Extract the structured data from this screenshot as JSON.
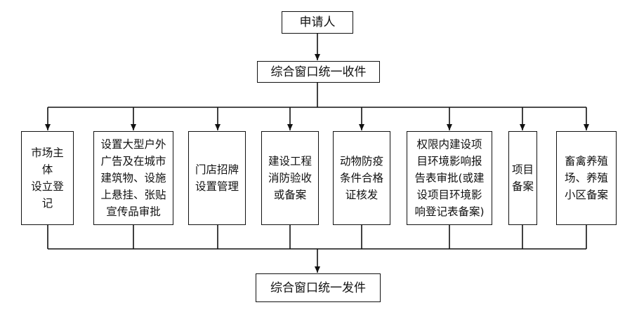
{
  "nodes": {
    "applicant": "申请人",
    "receive": "综合窗口统一收件",
    "issue": "综合窗口统一发件"
  },
  "processes": [
    {
      "id": "market",
      "lines": [
        "市场主体",
        "设立登记"
      ]
    },
    {
      "id": "ads",
      "lines": [
        "设置大型户外",
        "广告及在城市",
        "建筑物、设施",
        "上悬挂、张贴",
        "宣传品审批"
      ]
    },
    {
      "id": "sign",
      "lines": [
        "门店招牌",
        "设置管理"
      ]
    },
    {
      "id": "fire",
      "lines": [
        "建设工程",
        "消防验收",
        "或备案"
      ]
    },
    {
      "id": "animal",
      "lines": [
        "动物防疫",
        "条件合格",
        "证核发"
      ]
    },
    {
      "id": "env",
      "lines": [
        "权限内建设项",
        "目环境影响报",
        "告表审批(或建",
        "设项目环境影",
        "响登记表备案)"
      ]
    },
    {
      "id": "project",
      "lines": [
        "项目",
        "备案"
      ]
    },
    {
      "id": "livestock",
      "lines": [
        "畜禽养殖",
        "场、养殖",
        "小区备案"
      ]
    }
  ]
}
